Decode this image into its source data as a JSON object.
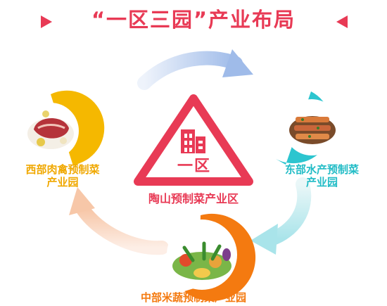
{
  "title": "“一区三园”产业布局",
  "colors": {
    "accent_red": "#e83a55",
    "yellow": "#f5b800",
    "teal": "#2cc5cf",
    "orange": "#f47a10"
  },
  "center": {
    "zone_label": "一区",
    "name": "陶山预制菜产业区",
    "icon": "building-icon"
  },
  "parks": [
    {
      "name_line1": "西部肉禽预制菜",
      "name_line2": "产业园",
      "image": "meat-dish-image"
    },
    {
      "name_line1": "东部水产预制菜",
      "name_line2": "产业园",
      "image": "seafood-skewers-image"
    },
    {
      "name": "中部米蔬预制菜产业园",
      "image": "vegetable-basket-image"
    }
  ]
}
